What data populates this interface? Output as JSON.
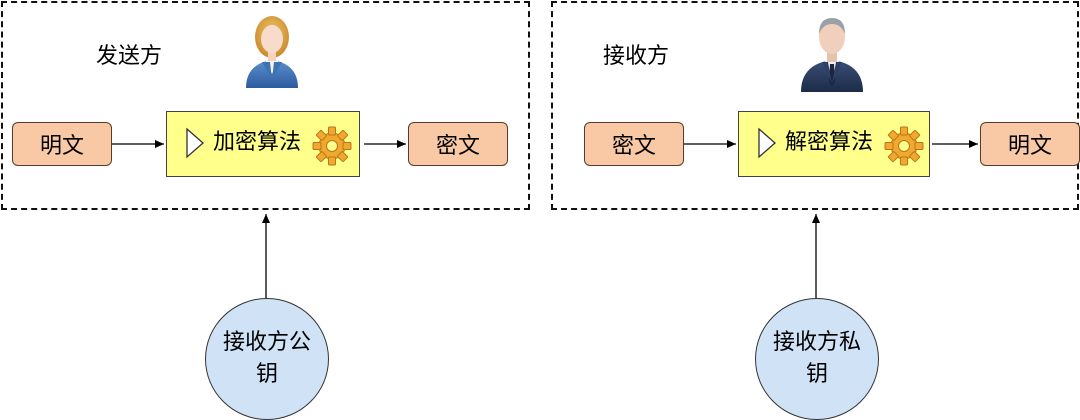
{
  "sender": {
    "title": "发送方",
    "input": "明文",
    "algorithm": "加密算法",
    "output": "密文",
    "avatar_icon": "businesswoman-avatar-icon",
    "key": "接收方公钥"
  },
  "receiver": {
    "title": "接收方",
    "input": "密文",
    "algorithm": "解密算法",
    "output": "明文",
    "avatar_icon": "businessman-avatar-icon",
    "key": "接收方私钥"
  },
  "colors": {
    "text_box_fill": "#f8c9a4",
    "algorithm_fill": "#ffff8c",
    "key_fill": "#cfe2f6",
    "gear": "#f0a92e"
  }
}
